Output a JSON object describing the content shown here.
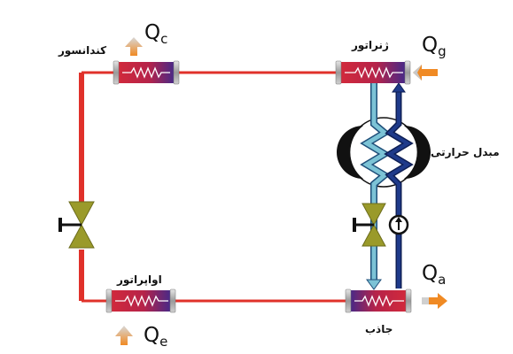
{
  "labels": {
    "condenser": "کندانسور",
    "generator": "ژنراتور",
    "heat_exchanger": "مبدل حرارتی",
    "evaporator": "اواپراتور",
    "absorber": "جاذب"
  },
  "heat_flows": {
    "qc": {
      "symbol": "Q",
      "sub": "c"
    },
    "qg": {
      "symbol": "Q",
      "sub": "g"
    },
    "qa": {
      "symbol": "Q",
      "sub": "a"
    },
    "qe": {
      "symbol": "Q",
      "sub": "e"
    }
  },
  "icons": [
    "heat-coil-icon",
    "expansion-valve-icon",
    "pump-icon",
    "heat-arrow-icon",
    "flow-arrow-icon"
  ],
  "colors": {
    "refrigerant_line": "#e0312a",
    "strong_solution": "#2f79b8",
    "weak_solution": "#1e3a8a",
    "heat_arrow": "#f08a24",
    "valve": "#9a9a2a",
    "coil_block_red": "#d42a3a",
    "coil_block_blue": "#3b2a8f"
  }
}
